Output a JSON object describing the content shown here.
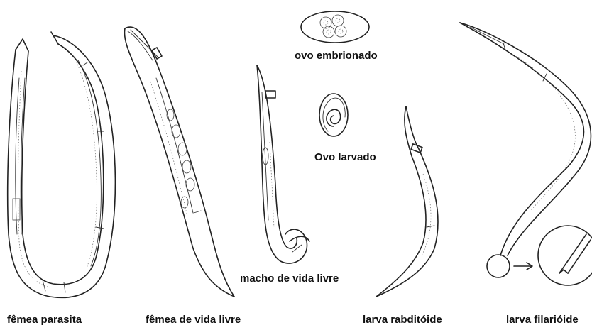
{
  "labels": {
    "femea_parasita": "fêmea parasita",
    "femea_vida_livre": "fêmea de vida livre",
    "macho_vida_livre": "macho de vida livre",
    "ovo_embrionado": "ovo embrionado",
    "ovo_larvado": "Ovo larvado",
    "larva_rabditoide": "larva rabditóide",
    "larva_filarioide": "larva filarióide"
  }
}
